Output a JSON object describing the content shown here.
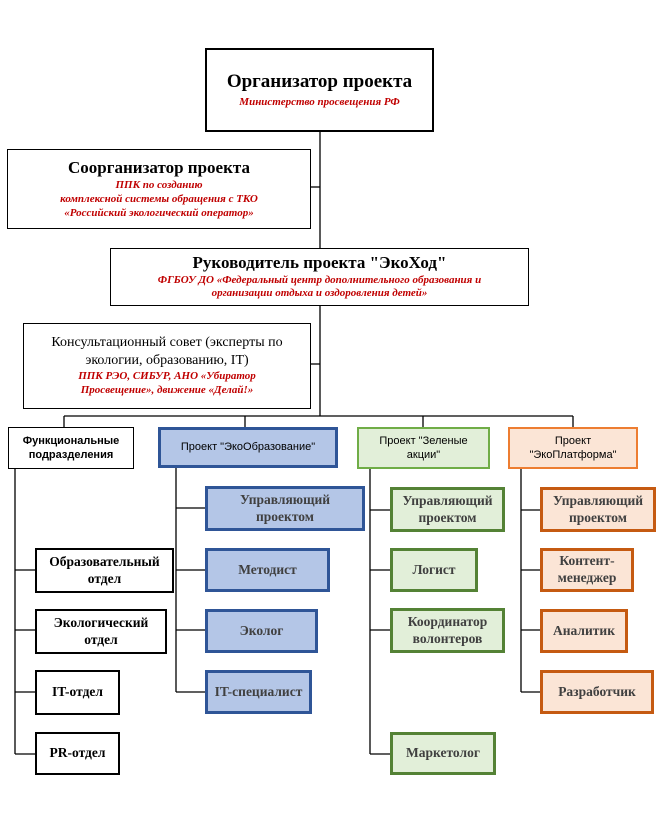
{
  "organizer": {
    "title": "Организатор проекта",
    "org": "Министерство просвещения РФ"
  },
  "coorganizer": {
    "title": "Соорганизатор проекта",
    "org_lines": [
      "ППК по созданию",
      "комплексной системы обращения с ТКО",
      "«Российский экологический оператор»"
    ]
  },
  "leader": {
    "title": "Руководитель проекта \"ЭкоХод\"",
    "org_lines": [
      "ФГБОУ ДО «Федеральный центр дополнительного образования и",
      "организации отдыха и оздоровления детей»"
    ]
  },
  "council": {
    "text_lines": [
      "Консультационный совет (эксперты по",
      "экологии, образованию, IT)"
    ],
    "org_lines": [
      "ППК РЭО, СИБУР, АНО «Убиратор",
      "Просвещение», движение «Делай!»"
    ]
  },
  "functional": {
    "header_lines": [
      "Функциональные",
      "подразделения"
    ],
    "items": [
      {
        "lines": [
          "Образовательный",
          "отдел"
        ]
      },
      {
        "lines": [
          "Экологический",
          "отдел"
        ]
      },
      {
        "lines": [
          "IT-отдел"
        ]
      },
      {
        "lines": [
          "PR-отдел"
        ]
      }
    ]
  },
  "edu": {
    "header": "Проект \"ЭкоОбразование\"",
    "items": [
      {
        "lines": [
          "Управляющий",
          "проектом"
        ]
      },
      {
        "lines": [
          "Методист"
        ]
      },
      {
        "lines": [
          "Эколог"
        ]
      },
      {
        "lines": [
          "IT-специалист"
        ]
      }
    ]
  },
  "green": {
    "header_lines": [
      "Проект \"Зеленые",
      "акции\""
    ],
    "items": [
      {
        "lines": [
          "Управляющий",
          "проектом"
        ]
      },
      {
        "lines": [
          "Логист"
        ]
      },
      {
        "lines": [
          "Координатор",
          "волонтеров"
        ]
      },
      {
        "lines": [
          "Маркетолог"
        ]
      }
    ]
  },
  "platform": {
    "header_lines": [
      "Проект",
      "\"ЭкоПлатформа\""
    ],
    "items": [
      {
        "lines": [
          "Управляющий",
          "проектом"
        ]
      },
      {
        "lines": [
          "Контент-",
          "менеджер"
        ]
      },
      {
        "lines": [
          "Аналитик"
        ]
      },
      {
        "lines": [
          "Разработчик"
        ]
      }
    ]
  },
  "colors": {
    "red_text": "#c00000",
    "blue_fill": "#b4c6e7",
    "blue_border": "#2f5597",
    "green_fill": "#e2efd9",
    "green_border": "#548235",
    "orange_fill": "#fbe5d6",
    "orange_border": "#c55a11"
  }
}
